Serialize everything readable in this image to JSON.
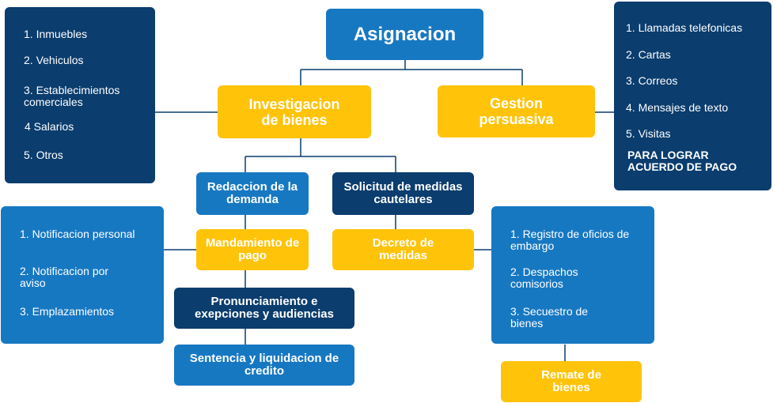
{
  "root": {
    "label": "Asignacion"
  },
  "investigacion": {
    "label": "Investigacion de bienes"
  },
  "gestion": {
    "label": "Gestion persuasiva"
  },
  "bienes_list": {
    "items": [
      "1. Inmuebles",
      "2. Vehiculos",
      "3. Establecimientos comerciales",
      "4 Salarios",
      "5. Otros"
    ]
  },
  "gestion_list": {
    "items": [
      "1. Llamadas telefonicas",
      "2. Cartas",
      "3. Correos",
      "4. Mensajes de texto",
      "5. Visitas"
    ],
    "note": "PARA LOGRAR ACUERDO DE PAGO"
  },
  "redaccion": {
    "label": "Redaccion de la demanda"
  },
  "solicitud": {
    "label": "Solicitud  de medidas cautelares"
  },
  "mandamiento": {
    "label": "Mandamiento de pago"
  },
  "decreto": {
    "label": "Decreto de medidas"
  },
  "notificacion_list": {
    "items": [
      "1. Notificacion personal",
      "2. Notificacion por aviso",
      "3. Emplazamientos"
    ]
  },
  "embargo_list": {
    "items": [
      "1. Registro de oficios de embargo",
      "2. Despachos comisorios",
      "3. Secuestro de bienes"
    ]
  },
  "pronunciamiento": {
    "label": "Pronunciamiento e exepciones y audiencias"
  },
  "sentencia": {
    "label": "Sentencia y liquidacion de credito"
  },
  "remate": {
    "label": "Remate de bienes"
  },
  "colors": {
    "navy": "#0b3d6e",
    "blue": "#1778c2",
    "yellow": "#ffc30a",
    "line": "#0b3d6e"
  }
}
